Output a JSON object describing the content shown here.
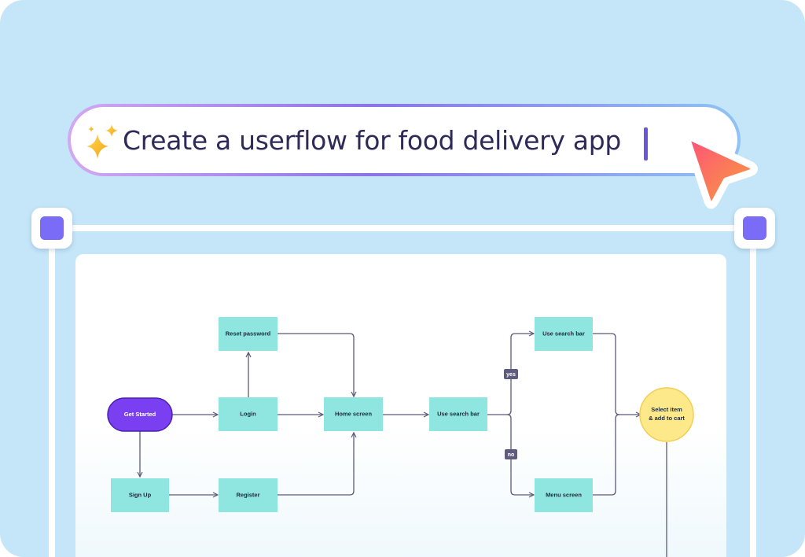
{
  "prompt": {
    "text": "Create a userflow for food delivery app"
  },
  "colors": {
    "background": "#c5e6f8",
    "process_node": "#8fe6e1",
    "start_node": "#7b3ff2",
    "end_node": "#fde98a",
    "connector": "#5c5a78",
    "handle": "#7a6cf6"
  },
  "diagram": {
    "nodes": {
      "get_started": "Get Started",
      "reset_password": "Reset password",
      "login": "Login",
      "home_screen": "Home screen",
      "search_bar_main": "Use search bar",
      "search_bar_yes": "Use search bar",
      "menu_screen": "Menu screen",
      "select_item_line1": "Select item",
      "select_item_line2": "& add to cart",
      "sign_up": "Sign Up",
      "register": "Register"
    },
    "labels": {
      "yes": "yes",
      "no": "no"
    }
  }
}
